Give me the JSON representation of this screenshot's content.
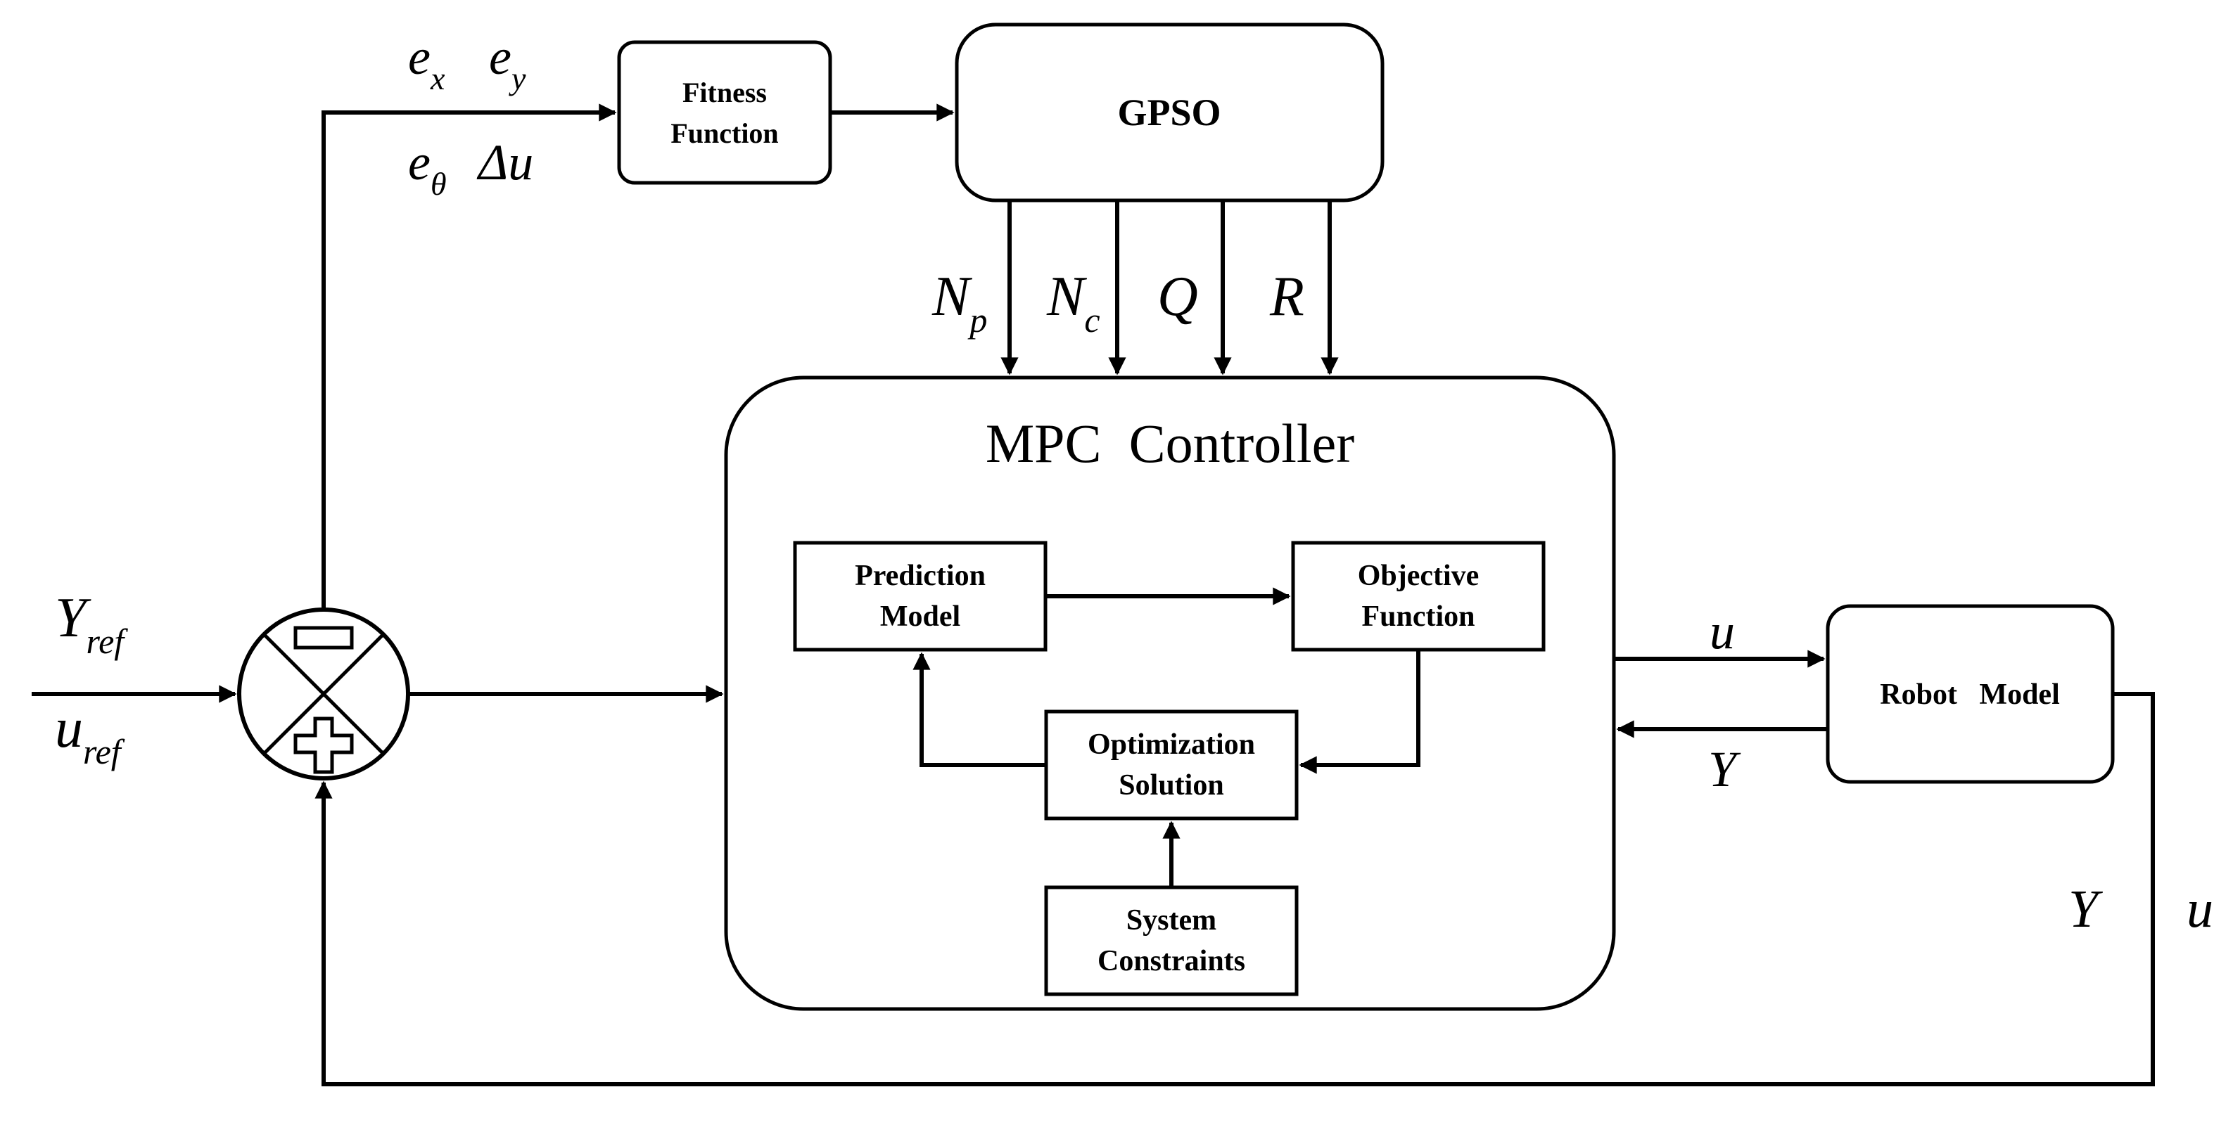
{
  "blocks": {
    "fitness": [
      "Fitness",
      "Function"
    ],
    "gpso": "GPSO",
    "mpc": "MPC  Controller",
    "prediction": [
      "Prediction",
      "Model"
    ],
    "objective": [
      "Objective",
      "Function"
    ],
    "optimization": [
      "Optimization",
      "Solution"
    ],
    "constraints": [
      "System",
      "Constraints"
    ],
    "robot": "Robot   Model"
  },
  "summing_junction": {
    "top_sign": "−",
    "bottom_sign": "+"
  },
  "signals": {
    "error_x": {
      "base": "e",
      "sub": "x"
    },
    "error_y": {
      "base": "e",
      "sub": "y"
    },
    "error_theta": {
      "base": "e",
      "sub": "θ"
    },
    "delta_u": "Δu",
    "np": {
      "base": "N",
      "sub": "p"
    },
    "nc": {
      "base": "N",
      "sub": "c"
    },
    "q": "Q",
    "r": "R",
    "y_ref": {
      "base": "Y",
      "sub": "ref"
    },
    "u_ref": {
      "base": "u",
      "sub": "ref"
    },
    "u_out": "u",
    "y_back": "Y",
    "y_feedback": "Y",
    "u_feedback": "u"
  },
  "colors": {
    "stroke": "#000000",
    "background": "#ffffff"
  }
}
